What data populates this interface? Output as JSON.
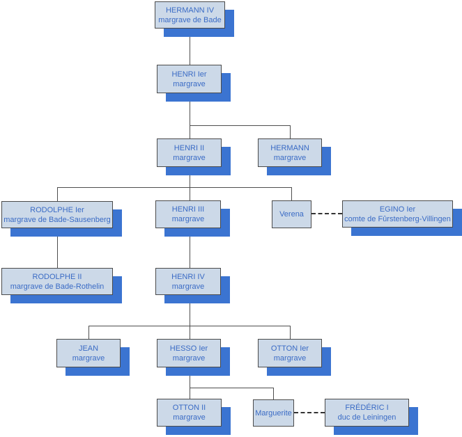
{
  "colors": {
    "box_fill": "#ccd9e8",
    "box_border": "#4a4a4a",
    "box_text": "#3a6bc5",
    "box_shadow": "#3b74d1",
    "connector": "#4d4d4d",
    "dash": "#333333",
    "background": "#ffffff"
  },
  "nodes": [
    {
      "id": "hermann-iv",
      "name": "HERMANN IV",
      "title": "margrave de Bade"
    },
    {
      "id": "henri-ier",
      "name": "HENRI Ier",
      "title": "margrave"
    },
    {
      "id": "henri-ii",
      "name": "HENRI II",
      "title": "margrave"
    },
    {
      "id": "hermann",
      "name": "HERMANN",
      "title": "margrave"
    },
    {
      "id": "rodolphe-ier",
      "name": "RODOLPHE Ier",
      "title": "margrave de Bade-Sausenberg"
    },
    {
      "id": "henri-iii",
      "name": "HENRI III",
      "title": "margrave"
    },
    {
      "id": "verena",
      "name": "Verena",
      "title": ""
    },
    {
      "id": "egino-ier",
      "name": "EGINO Ier",
      "title": "comte de Fûrstenberg-Villingen"
    },
    {
      "id": "rodolphe-ii",
      "name": "RODOLPHE II",
      "title": "margrave de Bade-Rothelin"
    },
    {
      "id": "henri-iv",
      "name": "HENRI IV",
      "title": "margrave"
    },
    {
      "id": "jean",
      "name": "JEAN",
      "title": "margrave"
    },
    {
      "id": "hesso-ier",
      "name": "HESSO Ier",
      "title": "margrave"
    },
    {
      "id": "otton-ier",
      "name": "OTTON Ier",
      "title": "margrave"
    },
    {
      "id": "otton-ii",
      "name": "OTTON II",
      "title": "margrave"
    },
    {
      "id": "marguerite",
      "name": "Marguerite",
      "title": ""
    },
    {
      "id": "frederic-i",
      "name": "FRÉDÉRIC I",
      "title": "duc de Leiningen"
    }
  ],
  "relationships": {
    "descents": [
      {
        "parent": "HERMANN IV",
        "children": [
          "HENRI Ier"
        ]
      },
      {
        "parent": "HENRI Ier",
        "children": [
          "HENRI II",
          "HERMANN"
        ]
      },
      {
        "parent": "HENRI II",
        "children": [
          "RODOLPHE Ier",
          "HENRI III",
          "Verena"
        ]
      },
      {
        "parent": "RODOLPHE Ier",
        "children": [
          "RODOLPHE II"
        ]
      },
      {
        "parent": "HENRI III",
        "children": [
          "HENRI IV"
        ]
      },
      {
        "parent": "HENRI IV",
        "children": [
          "JEAN",
          "HESSO Ier",
          "OTTON Ier"
        ]
      },
      {
        "parent": "HESSO Ier",
        "children": [
          "OTTON II",
          "Marguerite"
        ]
      }
    ],
    "marriages": [
      {
        "between": [
          "Verena",
          "EGINO Ier"
        ]
      },
      {
        "between": [
          "Marguerite",
          "FRÉDÉRIC I"
        ]
      }
    ]
  }
}
